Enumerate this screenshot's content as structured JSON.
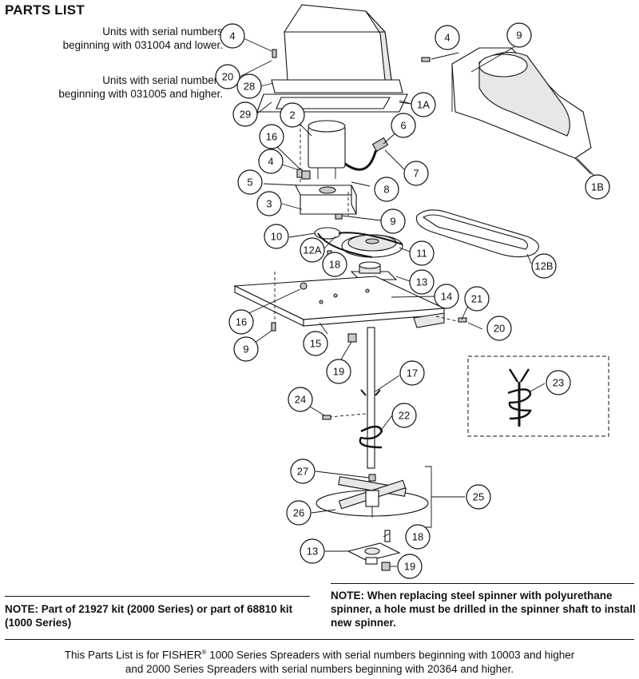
{
  "header": {
    "title": "PARTS LIST"
  },
  "serial_notes": {
    "lower_line1": "Units with serial numbers",
    "lower_line2": "beginning with 031004 and lower.",
    "higher_line1": "Units with serial numbers",
    "higher_line2": "beginning with 031005 and higher."
  },
  "callouts": [
    {
      "id": "c4a",
      "label": "4"
    },
    {
      "id": "c20a",
      "label": "20"
    },
    {
      "id": "c28",
      "label": "28"
    },
    {
      "id": "c29",
      "label": "29"
    },
    {
      "id": "c1A",
      "label": "1A"
    },
    {
      "id": "c4b",
      "label": "4"
    },
    {
      "id": "c9a",
      "label": "9"
    },
    {
      "id": "c1B",
      "label": "1B"
    },
    {
      "id": "c2",
      "label": "2"
    },
    {
      "id": "c16a",
      "label": "16"
    },
    {
      "id": "c6",
      "label": "6"
    },
    {
      "id": "c7",
      "label": "7"
    },
    {
      "id": "c4c",
      "label": "4"
    },
    {
      "id": "c5",
      "label": "5"
    },
    {
      "id": "c8",
      "label": "8"
    },
    {
      "id": "c3",
      "label": "3"
    },
    {
      "id": "c9b",
      "label": "9"
    },
    {
      "id": "c10",
      "label": "10"
    },
    {
      "id": "c12A",
      "label": "12A"
    },
    {
      "id": "c18a",
      "label": "18"
    },
    {
      "id": "c11",
      "label": "11"
    },
    {
      "id": "c12B",
      "label": "12B"
    },
    {
      "id": "c13a",
      "label": "13"
    },
    {
      "id": "c14",
      "label": "14"
    },
    {
      "id": "c21",
      "label": "21"
    },
    {
      "id": "c16b",
      "label": "16"
    },
    {
      "id": "c20b",
      "label": "20"
    },
    {
      "id": "c9c",
      "label": "9"
    },
    {
      "id": "c15",
      "label": "15"
    },
    {
      "id": "c19a",
      "label": "19"
    },
    {
      "id": "c17",
      "label": "17"
    },
    {
      "id": "c23",
      "label": "23"
    },
    {
      "id": "c24",
      "label": "24"
    },
    {
      "id": "c22",
      "label": "22"
    },
    {
      "id": "c27",
      "label": "27"
    },
    {
      "id": "c25",
      "label": "25"
    },
    {
      "id": "c26",
      "label": "26"
    },
    {
      "id": "c18b",
      "label": "18"
    },
    {
      "id": "c13b",
      "label": "13"
    },
    {
      "id": "c19b",
      "label": "19"
    }
  ],
  "notes": {
    "kit_note": "NOTE: Part of 21927 kit (2000 Series) or part of 68810 kit (1000 Series)",
    "spinner_note": "NOTE: When replacing steel spinner with polyurethane spinner, a hole must be drilled in the spinner shaft to install new spinner."
  },
  "footer": {
    "line1_pre": "This Parts List is for FISHER",
    "registered_mark": "®",
    "line1_post": " 1000 Series Spreaders with serial numbers beginning with 10003 and higher",
    "line2": "and 2000 Series Spreaders with serial numbers beginning with 20364 and higher."
  }
}
